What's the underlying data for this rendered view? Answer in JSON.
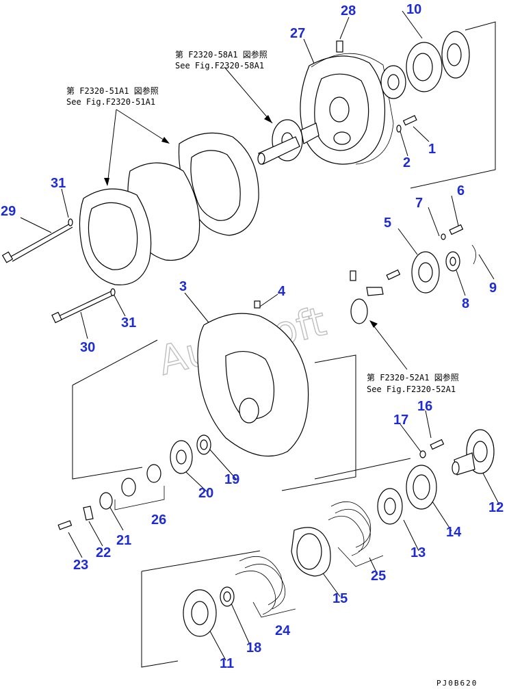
{
  "callouts": [
    {
      "id": "c1",
      "text": "1"
    },
    {
      "id": "c2",
      "text": "2"
    },
    {
      "id": "c3",
      "text": "3"
    },
    {
      "id": "c4",
      "text": "4"
    },
    {
      "id": "c5",
      "text": "5"
    },
    {
      "id": "c6",
      "text": "6"
    },
    {
      "id": "c7",
      "text": "7"
    },
    {
      "id": "c8",
      "text": "8"
    },
    {
      "id": "c9",
      "text": "9"
    },
    {
      "id": "c10",
      "text": "10"
    },
    {
      "id": "c11",
      "text": "11"
    },
    {
      "id": "c12",
      "text": "12"
    },
    {
      "id": "c13",
      "text": "13"
    },
    {
      "id": "c14",
      "text": "14"
    },
    {
      "id": "c15",
      "text": "15"
    },
    {
      "id": "c16",
      "text": "16"
    },
    {
      "id": "c17",
      "text": "17"
    },
    {
      "id": "c18",
      "text": "18"
    },
    {
      "id": "c19",
      "text": "19"
    },
    {
      "id": "c20",
      "text": "20"
    },
    {
      "id": "c21",
      "text": "21"
    },
    {
      "id": "c22",
      "text": "22"
    },
    {
      "id": "c23",
      "text": "23"
    },
    {
      "id": "c24",
      "text": "24"
    },
    {
      "id": "c25",
      "text": "25"
    },
    {
      "id": "c26",
      "text": "26"
    },
    {
      "id": "c27",
      "text": "27"
    },
    {
      "id": "c28",
      "text": "28"
    },
    {
      "id": "c29",
      "text": "29"
    },
    {
      "id": "c30",
      "text": "30"
    },
    {
      "id": "c31a",
      "text": "31"
    },
    {
      "id": "c31b",
      "text": "31"
    }
  ],
  "references": {
    "ref_5801_jp": "第 F2320-58A1 図参照",
    "ref_5801_en": "See Fig.F2320-58A1",
    "ref_5101_jp": "第 F2320-51A1 図参照",
    "ref_5101_en": "See Fig.F2320-51A1",
    "ref_5201_jp": "第 F2320-52A1 図参照",
    "ref_5201_en": "See Fig.F2320-52A1"
  },
  "watermark": "AutoSoft",
  "drawing_code": "PJ0B620",
  "colors": {
    "callout": "#1d2bd6",
    "line": "#000000",
    "watermark": "#bdbdbd"
  }
}
